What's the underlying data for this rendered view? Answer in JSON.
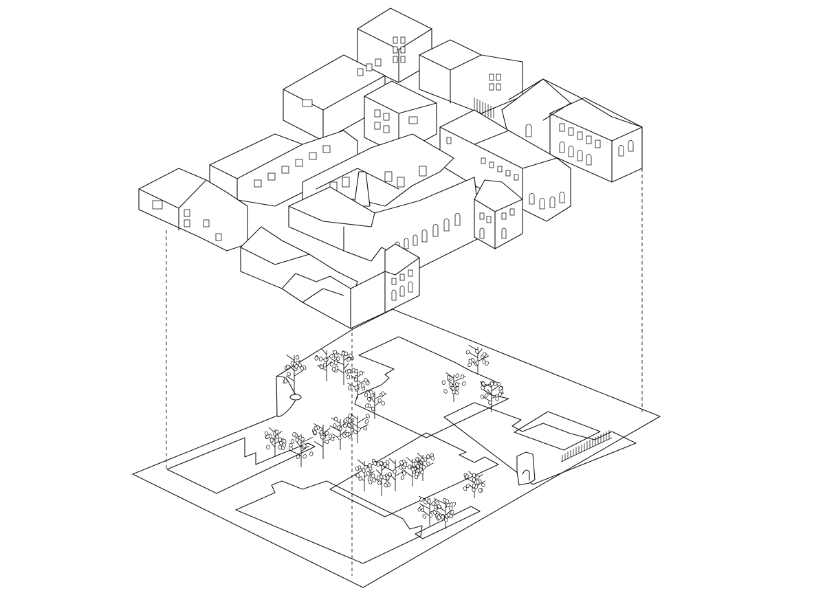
{
  "diagram": {
    "type": "exploded-axonometric",
    "colors": {
      "line": "#111111",
      "background": "#ffffff"
    },
    "layers": [
      "building-massing",
      "ground-plane"
    ]
  }
}
